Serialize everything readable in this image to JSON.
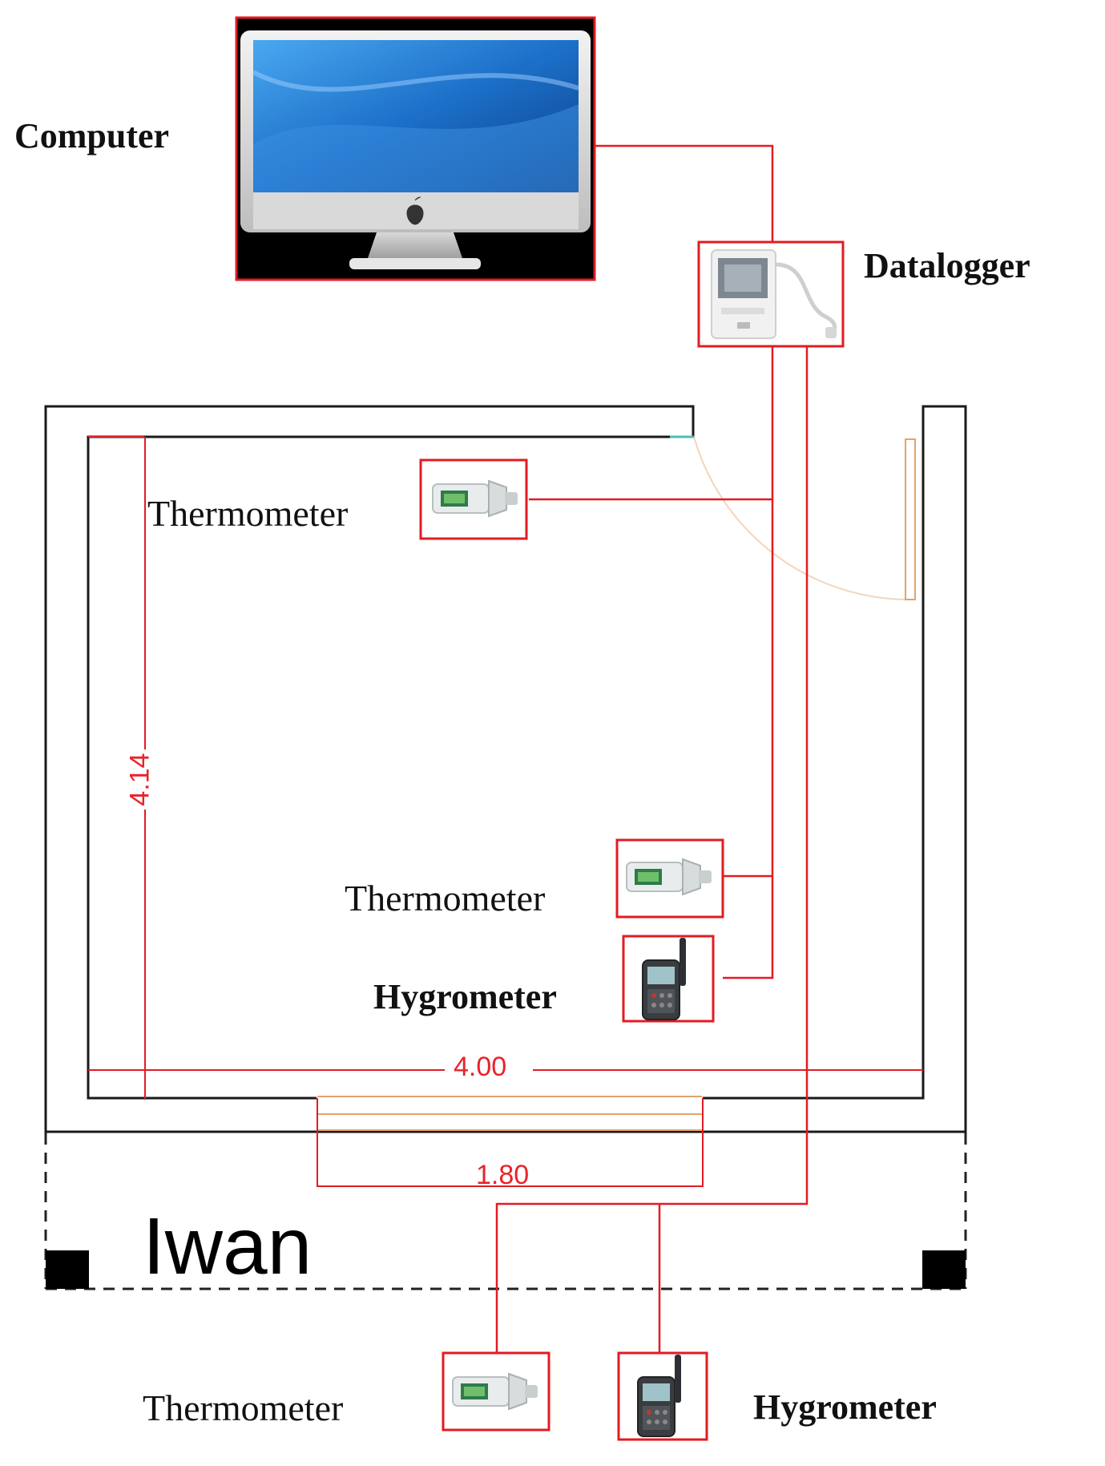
{
  "colors": {
    "wire": "#e21b23",
    "wall": "#1a1a1a",
    "door": "#e2a36a",
    "screen": "#1f6fc4"
  },
  "labels": {
    "computer": "Computer",
    "datalogger": "Datalogger",
    "thermometer_top": "Thermometer",
    "thermometer_mid": "Thermometer",
    "hygrometer_mid": "Hygrometer",
    "thermometer_bottom": "Thermometer",
    "hygrometer_bottom": "Hygrometer",
    "iwan": "Iwan"
  },
  "dimensions": {
    "height": "4.14",
    "width": "4.00",
    "opening": "1.80"
  },
  "icons": {
    "computer": "imac-icon",
    "datalogger": "datalogger-device-icon",
    "thermometer": "thermometer-logger-icon",
    "hygrometer": "handheld-hygrometer-icon"
  }
}
